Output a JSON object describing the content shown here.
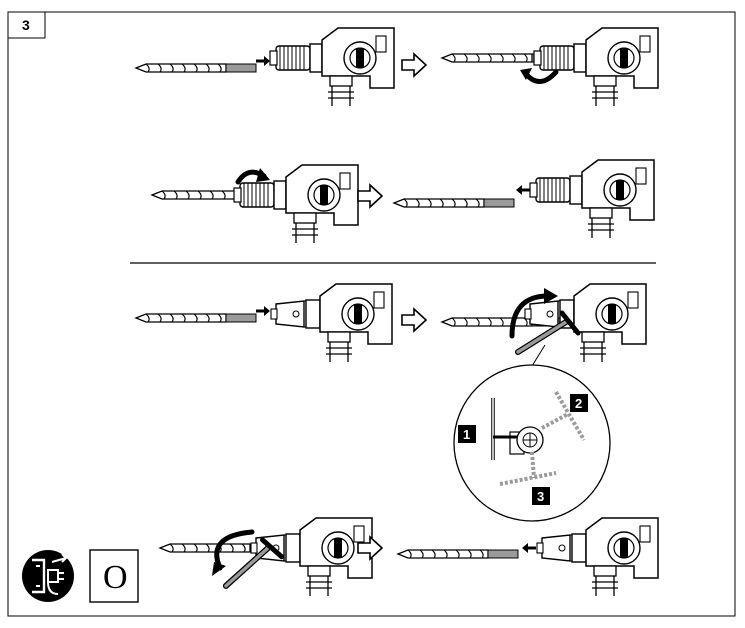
{
  "figure": {
    "number": "3",
    "callouts": [
      "1",
      "2",
      "3"
    ],
    "mode_symbol": "O",
    "icons": {
      "push": "arrow-right-icon",
      "next_step": "hollow-arrow-right-icon",
      "rotate": "rotation-arrow-icon",
      "unplug": "unplug-mains-icon"
    },
    "colors": {
      "line": "#000000",
      "background": "#ffffff",
      "grey": "#9a9a9a",
      "light_grey": "#d9d9d9"
    }
  }
}
